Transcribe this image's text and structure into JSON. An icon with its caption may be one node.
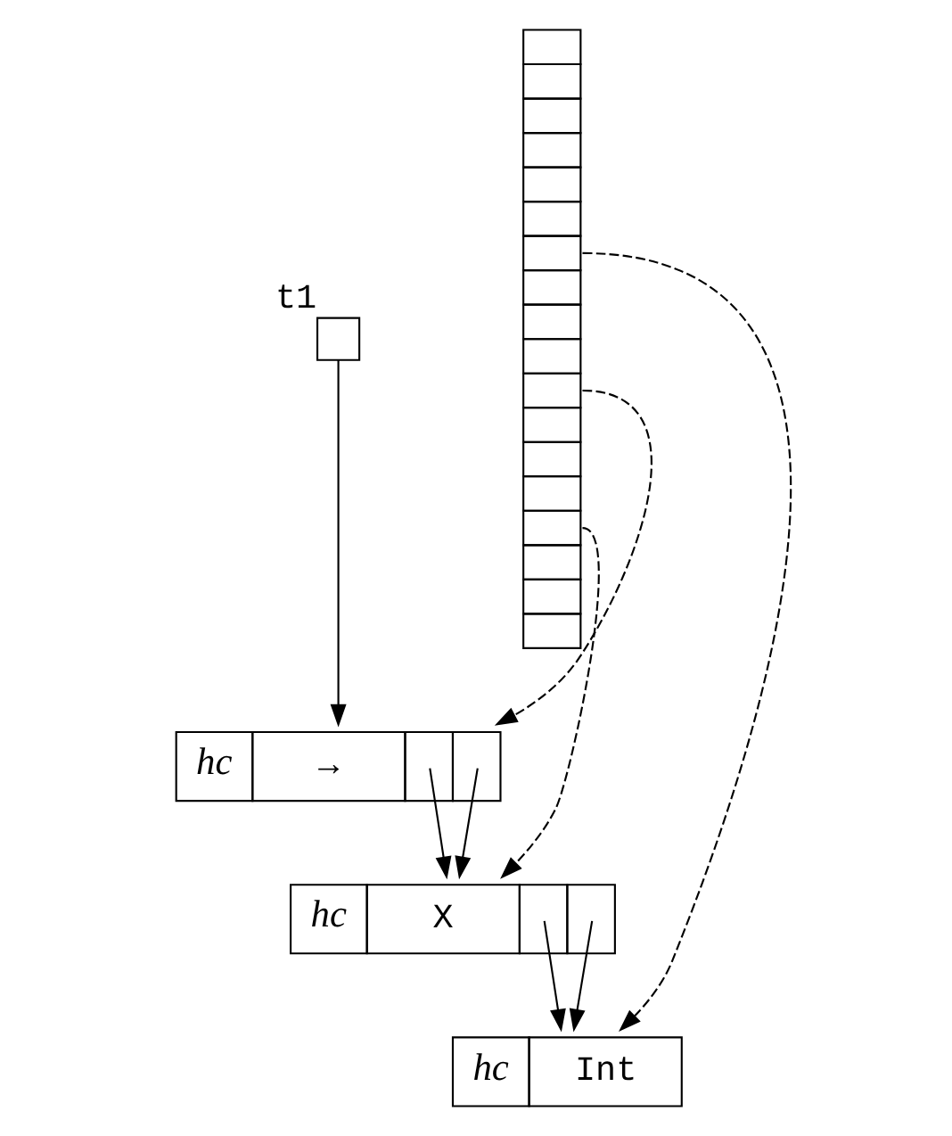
{
  "diagram": {
    "nodes": [
      {
        "text": [],
        "shape": "box",
        "beside": [
          "t1"
        ]
      },
      {
        "text": [],
        "shape": "bar"
      },
      {
        "text": [
          "hc",
          "→"
        ]
      },
      {
        "text": [
          "hc",
          "X"
        ]
      },
      {
        "text": [
          "hc",
          "Int"
        ]
      }
    ],
    "edges": [
      {
        "from": 0,
        "to": 2,
        "arrow": "to"
      },
      {
        "from": 1,
        "to": 2,
        "arrow": "to",
        "style": "dashed"
      },
      {
        "from": 1,
        "to": 3,
        "arrow": "to",
        "style": "dashed"
      },
      {
        "from": 1,
        "to": 4,
        "arrow": "to",
        "style": "dashed"
      },
      {
        "from": 2,
        "to": 3,
        "arrow": "to"
      },
      {
        "from": 2,
        "to": 3,
        "arrow": "to"
      },
      {
        "from": 3,
        "to": 4,
        "arrow": "to"
      },
      {
        "from": 3,
        "to": 4,
        "arrow": "to"
      }
    ]
  }
}
